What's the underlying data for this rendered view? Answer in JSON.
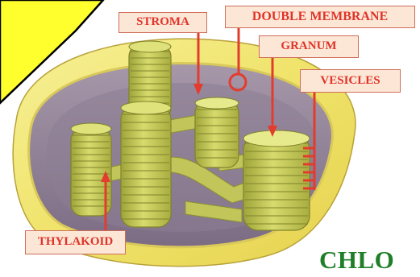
{
  "labels": {
    "stroma": "STROMA",
    "double_membrane": "DOUBLE MEMBRANE",
    "granum": "GRANUM",
    "vesicles": "VESICLES",
    "thylakoid": "THYLAKOID"
  },
  "footer_title": "CHLO",
  "colors": {
    "label_text": "#e0342a",
    "label_fill": "#fce7d6",
    "label_border": "#cf6d5a",
    "leader_line": "#e33c2e",
    "outer_membrane": "#f3e873",
    "stroma_fill": "#8e7f95",
    "granum_fill": "#c8cc5c",
    "yellow_callout": "#ffff2e",
    "title_green": "#1f7f28"
  }
}
